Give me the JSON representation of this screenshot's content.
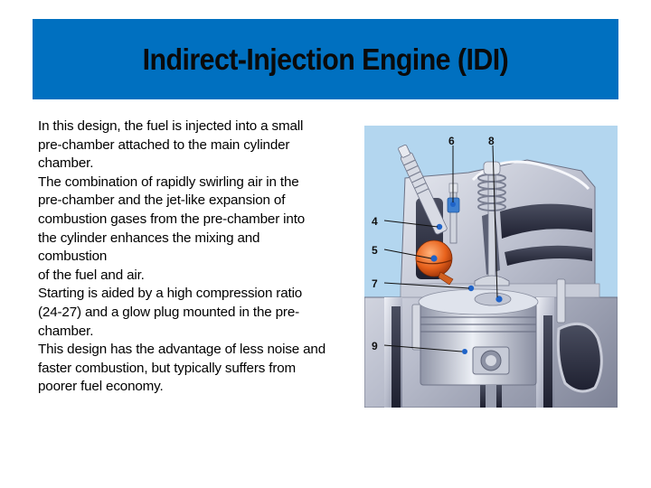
{
  "slide": {
    "title": "Indirect-Injection Engine (IDI)",
    "banner_color": "#0070C0",
    "body_lines": [
      "In this design, the fuel is injected into a small",
      "pre-chamber attached to the main cylinder",
      "chamber.",
      "The combination of rapidly swirling air in the",
      "pre-chamber and the jet-like expansion of",
      "combustion gases from the pre-chamber into",
      "the cylinder enhances the mixing and",
      "combustion",
      "of the fuel and air.",
      "Starting is aided by a high compression ratio",
      "(24-27) and a glow plug mounted in the pre-",
      "chamber.",
      "This design has the advantage of less noise and",
      "faster combustion, but typically suffers from",
      "poorer fuel economy."
    ]
  },
  "figure": {
    "description": "Cutaway of indirect-injection diesel engine cylinder head and piston",
    "background_color": "#b3d6ef",
    "callouts": [
      {
        "label": "4"
      },
      {
        "label": "5"
      },
      {
        "label": "6"
      },
      {
        "label": "7"
      },
      {
        "label": "8"
      },
      {
        "label": "9"
      }
    ]
  }
}
